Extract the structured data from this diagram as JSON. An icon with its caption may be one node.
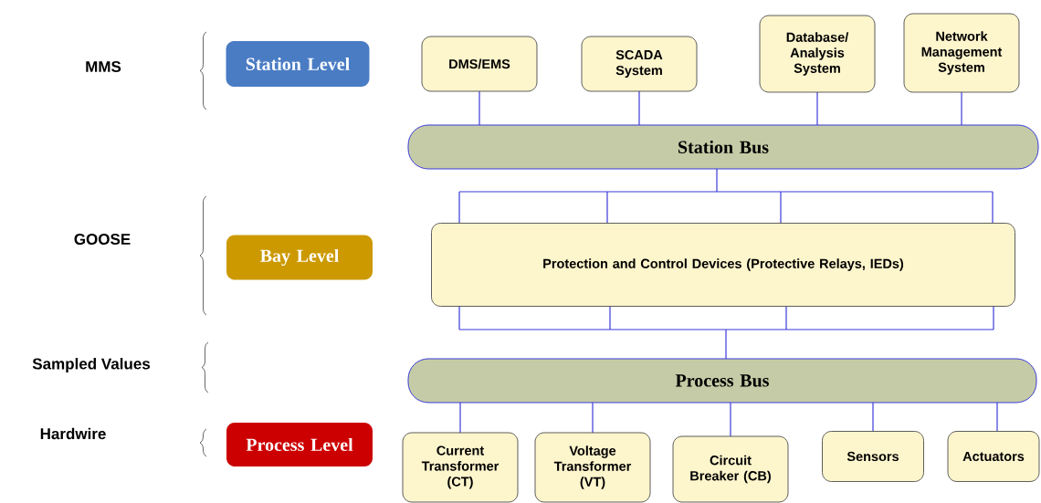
{
  "diagram": {
    "nodes": [
      {
        "text": [
          "Station Level"
        ]
      },
      {
        "text": [
          "DMS/EMS"
        ]
      },
      {
        "text": [
          "SCADA System"
        ]
      },
      {
        "text": [
          "Database/ Analysis System"
        ]
      },
      {
        "text": [
          "Network Management System"
        ]
      },
      {
        "text": [
          "Station Bus"
        ]
      },
      {
        "text": [
          "Bay Level"
        ]
      },
      {
        "text": [
          "Protection and Control Devices (Protective Relays, IEDs)"
        ]
      },
      {
        "text": [
          "Process Bus"
        ]
      },
      {
        "text": [
          "Process Level"
        ]
      },
      {
        "text": [
          "Current Transformer (CT)"
        ]
      },
      {
        "text": [
          "Voltage Transformer (VT)"
        ]
      },
      {
        "text": [
          "Circuit Breaker (CB)"
        ]
      },
      {
        "text": [
          "Sensors"
        ]
      },
      {
        "text": [
          "Actuators"
        ]
      }
    ],
    "edges": [
      {
        "from": 1,
        "to": 5,
        "arrow": "none"
      },
      {
        "from": 2,
        "to": 5,
        "arrow": "none"
      },
      {
        "from": 3,
        "to": 5,
        "arrow": "none"
      },
      {
        "from": 4,
        "to": 5,
        "arrow": "none"
      },
      {
        "from": 5,
        "to": 7,
        "arrow": "none"
      },
      {
        "from": 7,
        "to": 8,
        "arrow": "none"
      },
      {
        "from": 8,
        "to": 10,
        "arrow": "none"
      },
      {
        "from": 8,
        "to": 11,
        "arrow": "none"
      },
      {
        "from": 8,
        "to": 12,
        "arrow": "none"
      },
      {
        "from": 8,
        "to": 13,
        "arrow": "none"
      },
      {
        "from": 8,
        "to": 14,
        "arrow": "none"
      }
    ],
    "labels": [
      "MMS",
      "GOOSE",
      "Sampled Values",
      "Hardwire"
    ]
  }
}
